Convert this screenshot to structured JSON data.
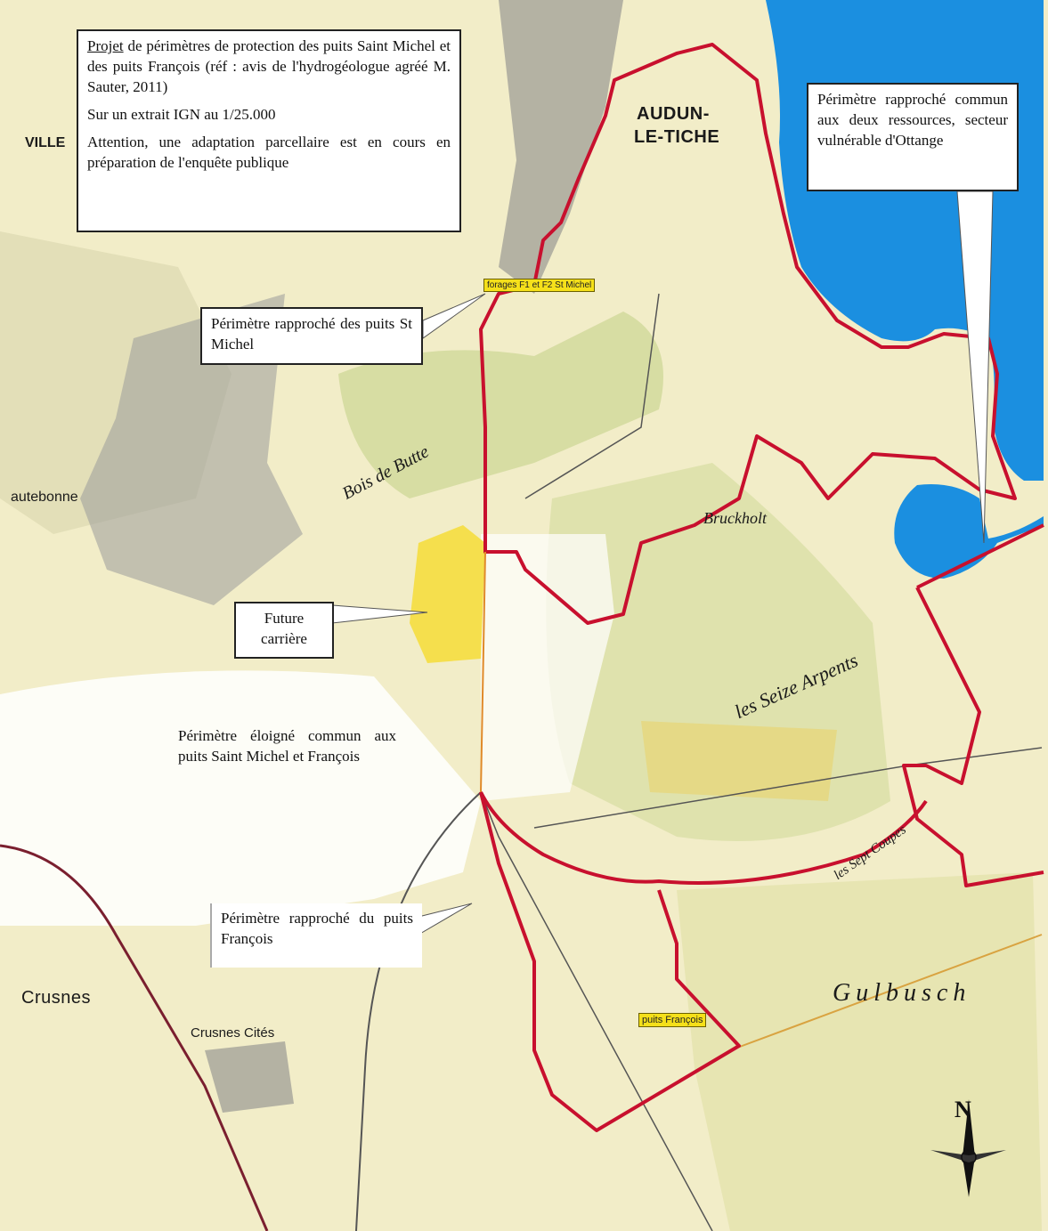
{
  "colors": {
    "map_background": "#f2edc8",
    "woodland_green": "#cfd89a",
    "urban_grey": "#8a8a8a",
    "reservoir_blue": "#1b8fe0",
    "boundary_red": "#c8102e",
    "quarry_yellow": "#f5df4d",
    "tag_yellow": "#f5e01a"
  },
  "callouts": {
    "project": {
      "title_underlined": "Projet",
      "title_rest": "de périmètres de protection des puits Saint Michel et des puits François (réf : avis de l'hydrogéologue agréé M. Sauter, 2011)",
      "scale_note": "Sur un extrait IGN au 1/25.000",
      "warning": "Attention, une adaptation parcellaire est en cours en préparation de l'enquête publique"
    },
    "st_michel_close": "Périmètre rapproché des puits St Michel",
    "common_close": "Périmètre rapproché commun aux deux ressources, secteur vulnérable d'Ottange",
    "future_quarry": "Future carrière",
    "far_common": "Périmètre éloigné commun aux puits Saint Michel et François",
    "francois_close": "Périmètre rapproché du puits François"
  },
  "tags": {
    "forages": "forages F1 et F2 St Michel",
    "puits_francois": "puits François"
  },
  "places": {
    "audun": "AUDUN-",
    "le_tiche": "LE-TICHE",
    "ville": "VILLE",
    "crusnes": "Crusnes",
    "crusnes_cites": "Crusnes Cités",
    "hautebonne": "autebonne",
    "bois_de_butte": "Bois de Butte",
    "les_seize_arpents": "les Seize Arpents",
    "bruckholt": "Bruckholt",
    "les_sept_coupes": "les Sept Coupes",
    "gulbusch": "Gulbusch"
  },
  "compass": {
    "north_label": "N"
  }
}
